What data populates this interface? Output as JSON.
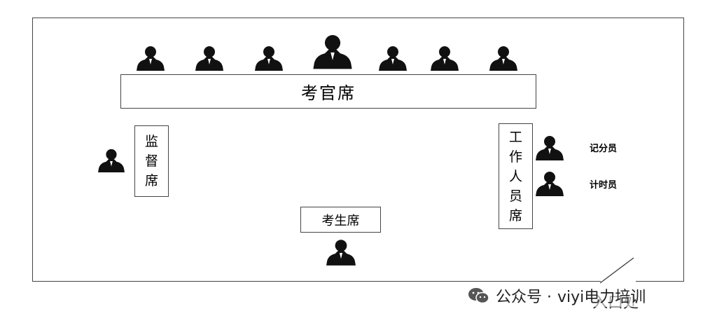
{
  "diagram": {
    "examiner_table": "考官席",
    "monitor_seat": [
      "监",
      "督",
      "席"
    ],
    "staff_seat": [
      "工",
      "作",
      "人",
      "员",
      "席"
    ],
    "candidate_seat": "考生席",
    "scorer_label": "记分员",
    "timer_label": "计时员",
    "entrance_label": "入口处"
  },
  "watermark": {
    "prefix": "公众号 ·",
    "account": "viyi电力培训"
  },
  "colors": {
    "line": "#444444",
    "person": "#111111"
  }
}
